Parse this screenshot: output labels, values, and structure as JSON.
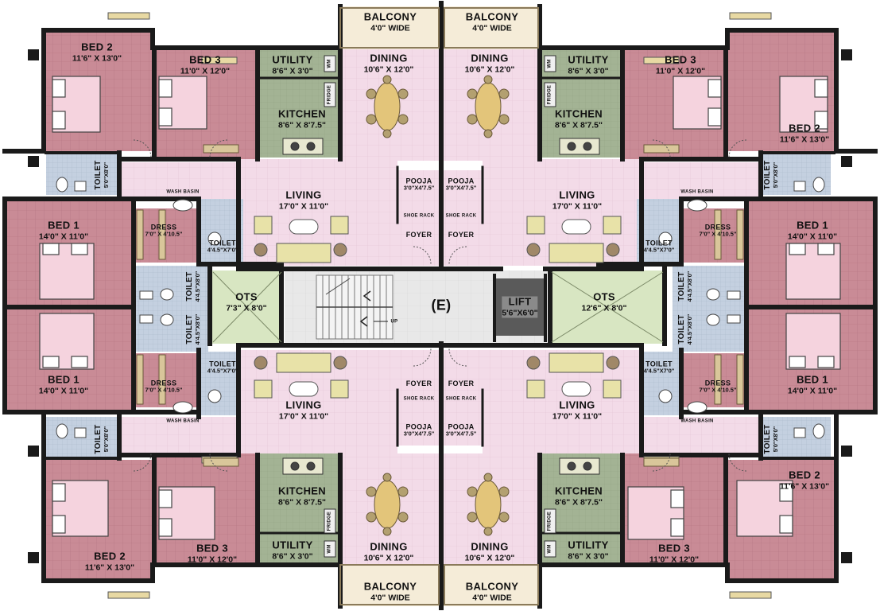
{
  "rooms": {
    "bal_tl": {
      "name": "BALCONY",
      "dim": "4'0\" WIDE"
    },
    "bal_tr": {
      "name": "BALCONY",
      "dim": "4'0\" WIDE"
    },
    "bal_bl": {
      "name": "BALCONY",
      "dim": "4'0\" WIDE"
    },
    "bal_br": {
      "name": "BALCONY",
      "dim": "4'0\" WIDE"
    },
    "bed2_tl": {
      "name": "BED 2",
      "dim": "11'6\" X 13'0\""
    },
    "bed3_tl": {
      "name": "BED 3",
      "dim": "11'0\" X 12'0\""
    },
    "util_tl": {
      "name": "UTILITY",
      "dim": "8'6\" X 3'0\""
    },
    "kit_tl": {
      "name": "KITCHEN",
      "dim": "8'6\" X 8'7.5\""
    },
    "din_tl": {
      "name": "DINING",
      "dim": "10'6\" X 12'0\""
    },
    "din_tr": {
      "name": "DINING",
      "dim": "10'6\" X 12'0\""
    },
    "util_tr": {
      "name": "UTILITY",
      "dim": "8'6\" X 3'0\""
    },
    "kit_tr": {
      "name": "KITCHEN",
      "dim": "8'6\" X 8'7.5\""
    },
    "bed3_tr": {
      "name": "BED 3",
      "dim": "11'0\" X 12'0\""
    },
    "bed2_tr": {
      "name": "BED 2",
      "dim": "11'6\" X 13'0\""
    },
    "toil_tl": {
      "name": "TOILET",
      "dim": "5'0\"X8'0\""
    },
    "toil_tr": {
      "name": "TOILET",
      "dim": "5'0\"X8'0\""
    },
    "pooja_tl": {
      "name": "POOJA",
      "dim": "3'0\"X4'7.5\""
    },
    "pooja_tr": {
      "name": "POOJA",
      "dim": "3'0\"X4'7.5\""
    },
    "shoe_tl": {
      "name": "SHOE RACK"
    },
    "shoe_tr": {
      "name": "SHOE RACK"
    },
    "foyer_tl": {
      "name": "FOYER"
    },
    "foyer_tr": {
      "name": "FOYER"
    },
    "liv_tl": {
      "name": "LIVING",
      "dim": "17'0\" X 11'0\""
    },
    "liv_tr": {
      "name": "LIVING",
      "dim": "17'0\" X 11'0\""
    },
    "bed1_tl": {
      "name": "BED 1",
      "dim": "14'0\" X 11'0\""
    },
    "bed1_tr": {
      "name": "BED 1",
      "dim": "14'0\" X 11'0\""
    },
    "dress_tl": {
      "name": "DRESS",
      "dim": "7'0\" X 4'10.5\""
    },
    "dress_tr": {
      "name": "DRESS",
      "dim": "7'0\" X 4'10.5\""
    },
    "toil2_tl": {
      "name": "TOILET",
      "dim": "4'4.5\"X7'0\""
    },
    "toil2_tr": {
      "name": "TOILET",
      "dim": "4'4.5\"X7'0\""
    },
    "wash_tl": {
      "name": "WASH BASIN"
    },
    "wash_tr": {
      "name": "WASH BASIN"
    },
    "ots_l": {
      "name": "OTS",
      "dim": "7'3\" X 8'0\""
    },
    "ots_r": {
      "name": "OTS",
      "dim": "12'6\" X 8'0\""
    },
    "lift": {
      "name": "LIFT",
      "dim": "5'6\"X6'0\""
    },
    "entry": {
      "name": "(E)"
    },
    "stair_up": {
      "name": "UP"
    },
    "toil3_l1": {
      "name": "TOILET",
      "dim": "4'4.5\"X8'0\""
    },
    "toil3_l2": {
      "name": "TOILET",
      "dim": "4'4.5\"X8'0\""
    },
    "toil3_r1": {
      "name": "TOILET",
      "dim": "4'4.5\"X8'0\""
    },
    "toil3_r2": {
      "name": "TOILET",
      "dim": "4'4.5\"X8'0\""
    },
    "bed1_bl": {
      "name": "BED 1",
      "dim": "14'0\" X 11'0\""
    },
    "bed1_br": {
      "name": "BED 1",
      "dim": "14'0\" X 11'0\""
    },
    "dress_bl": {
      "name": "DRESS",
      "dim": "7'0\" X 4'10.5\""
    },
    "dress_br": {
      "name": "DRESS",
      "dim": "7'0\" X 4'10.5\""
    },
    "toil2_bl": {
      "name": "TOILET",
      "dim": "4'4.5\"X7'0\""
    },
    "toil2_br": {
      "name": "TOILET",
      "dim": "4'4.5\"X7'0\""
    },
    "wash_bl": {
      "name": "WASH BASIN"
    },
    "wash_br": {
      "name": "WASH BASIN"
    },
    "liv_bl": {
      "name": "LIVING",
      "dim": "17'0\" X 11'0\""
    },
    "liv_br": {
      "name": "LIVING",
      "dim": "17'0\" X 11'0\""
    },
    "foyer_bl": {
      "name": "FOYER"
    },
    "foyer_br": {
      "name": "FOYER"
    },
    "shoe_bl": {
      "name": "SHOE RACK"
    },
    "shoe_br": {
      "name": "SHOE RACK"
    },
    "pooja_bl": {
      "name": "POOJA",
      "dim": "3'0\"X4'7.5\""
    },
    "pooja_br": {
      "name": "POOJA",
      "dim": "3'0\"X4'7.5\""
    },
    "toil_bl": {
      "name": "TOILET",
      "dim": "5'0\"X8'0\""
    },
    "toil_br": {
      "name": "TOILET",
      "dim": "5'0\"X8'0\""
    },
    "kit_bl": {
      "name": "KITCHEN",
      "dim": "8'6\" X 8'7.5\""
    },
    "kit_br": {
      "name": "KITCHEN",
      "dim": "8'6\" X 8'7.5\""
    },
    "bed2_bl": {
      "name": "BED 2",
      "dim": "11'6\" X 13'0\""
    },
    "bed2_br": {
      "name": "BED 2",
      "dim": "11'6\" X 13'0\""
    },
    "bed3_bl": {
      "name": "BED 3",
      "dim": "11'0\" X 12'0\""
    },
    "bed3_br": {
      "name": "BED 3",
      "dim": "11'0\" X 12'0\""
    },
    "util_bl": {
      "name": "UTILITY",
      "dim": "8'6\" X 3'0\""
    },
    "util_br": {
      "name": "UTILITY",
      "dim": "8'6\" X 3'0\""
    },
    "din_bl": {
      "name": "DINING",
      "dim": "10'6\" X 12'0\""
    },
    "din_br": {
      "name": "DINING",
      "dim": "10'6\" X 12'0\""
    }
  },
  "appliance_labels": {
    "fridge": "FRIDGE",
    "wm": "WM"
  },
  "colors": {
    "wall": "#1a1a1a",
    "bedroom": "#c98b96",
    "bedroom_tile": "#b97c88",
    "living": "#f3dbe8",
    "living_tile": "#e6c6d8",
    "kitchen": "#a3b394",
    "toilet": "#c4d0e0",
    "ots": "#d8e6c2",
    "lobby": "#e6e6e6",
    "balcony": "#f5ecd8",
    "furniture": "#e8d9a3",
    "dining_table": "#e3c57a",
    "bed": "#f5d3de",
    "wardrobe": "#8b6b4a"
  }
}
